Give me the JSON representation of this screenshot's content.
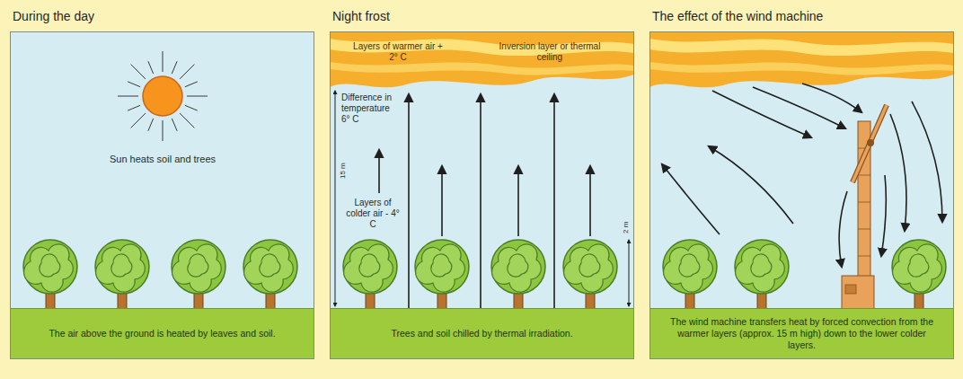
{
  "diagram": {
    "nodes": [
      {
        "text": [
          "During the day"
        ]
      },
      {
        "text": [
          "The air above the ground is heated by leaves and soil."
        ],
        "in": 0
      },
      {
        "text": [
          "Night frost"
        ]
      },
      {
        "text": [
          "Trees and soil chilled by thermal irradiation."
        ],
        "in": 2
      },
      {
        "text": [
          "The effect of the wind machine"
        ]
      },
      {
        "text": [
          "The wind machine transfers heat by forced convection from the warmer layers (approx. 15 m high) down to the lower colder layers."
        ],
        "in": 4
      }
    ],
    "labels": [
      "Sun heats soil and trees",
      "Layers of warmer air + 2° C",
      "Inversion layer or thermal ceiling",
      "Difference in temperature 6° C",
      "15 m",
      "Layers of colder air - 4° C",
      "2 m"
    ]
  }
}
